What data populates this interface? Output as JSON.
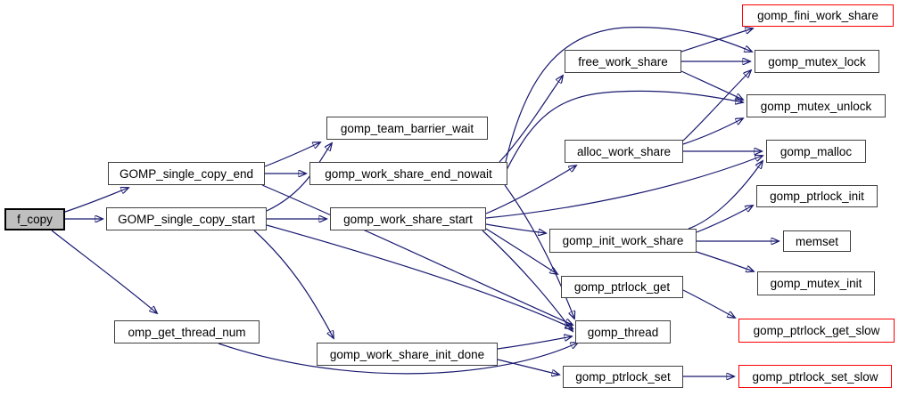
{
  "graph": {
    "kind": "call-graph",
    "focus_node": "f_copy",
    "colors": {
      "edge": "#191970",
      "node_fill": "#ffffff",
      "node_border": "#404040",
      "focus_fill": "#bfbfbf",
      "focus_border": "#000000",
      "truncated_border": "#fe0000",
      "text": "#000000"
    },
    "nodes": [
      {
        "id": "f_copy",
        "label": "f_copy",
        "type": "focus"
      },
      {
        "id": "GOMP_single_copy_end",
        "label": "GOMP_single_copy_end",
        "type": "normal"
      },
      {
        "id": "GOMP_single_copy_start",
        "label": "GOMP_single_copy_start",
        "type": "normal"
      },
      {
        "id": "omp_get_thread_num",
        "label": "omp_get_thread_num",
        "type": "normal"
      },
      {
        "id": "gomp_team_barrier_wait",
        "label": "gomp_team_barrier_wait",
        "type": "normal"
      },
      {
        "id": "gomp_work_share_end_nowait",
        "label": "gomp_work_share_end_nowait",
        "type": "normal"
      },
      {
        "id": "gomp_work_share_start",
        "label": "gomp_work_share_start",
        "type": "normal"
      },
      {
        "id": "gomp_work_share_init_done",
        "label": "gomp_work_share_init_done",
        "type": "normal"
      },
      {
        "id": "free_work_share",
        "label": "free_work_share",
        "type": "normal"
      },
      {
        "id": "alloc_work_share",
        "label": "alloc_work_share",
        "type": "normal"
      },
      {
        "id": "gomp_init_work_share",
        "label": "gomp_init_work_share",
        "type": "normal"
      },
      {
        "id": "gomp_ptrlock_get",
        "label": "gomp_ptrlock_get",
        "type": "normal"
      },
      {
        "id": "gomp_thread",
        "label": "gomp_thread",
        "type": "normal"
      },
      {
        "id": "gomp_ptrlock_set",
        "label": "gomp_ptrlock_set",
        "type": "normal"
      },
      {
        "id": "gomp_fini_work_share",
        "label": "gomp_fini_work_share",
        "type": "truncated"
      },
      {
        "id": "gomp_mutex_lock",
        "label": "gomp_mutex_lock",
        "type": "normal"
      },
      {
        "id": "gomp_mutex_unlock",
        "label": "gomp_mutex_unlock",
        "type": "normal"
      },
      {
        "id": "gomp_malloc",
        "label": "gomp_malloc",
        "type": "normal"
      },
      {
        "id": "gomp_ptrlock_init",
        "label": "gomp_ptrlock_init",
        "type": "normal"
      },
      {
        "id": "memset",
        "label": "memset",
        "type": "normal"
      },
      {
        "id": "gomp_mutex_init",
        "label": "gomp_mutex_init",
        "type": "normal"
      },
      {
        "id": "gomp_ptrlock_get_slow",
        "label": "gomp_ptrlock_get_slow",
        "type": "truncated"
      },
      {
        "id": "gomp_ptrlock_set_slow",
        "label": "gomp_ptrlock_set_slow",
        "type": "truncated"
      }
    ],
    "edges": [
      [
        "f_copy",
        "GOMP_single_copy_end"
      ],
      [
        "f_copy",
        "GOMP_single_copy_start"
      ],
      [
        "f_copy",
        "omp_get_thread_num"
      ],
      [
        "GOMP_single_copy_end",
        "gomp_team_barrier_wait"
      ],
      [
        "GOMP_single_copy_end",
        "gomp_work_share_end_nowait"
      ],
      [
        "GOMP_single_copy_end",
        "gomp_thread"
      ],
      [
        "GOMP_single_copy_start",
        "gomp_team_barrier_wait"
      ],
      [
        "GOMP_single_copy_start",
        "gomp_work_share_start"
      ],
      [
        "GOMP_single_copy_start",
        "gomp_work_share_init_done"
      ],
      [
        "GOMP_single_copy_start",
        "gomp_thread"
      ],
      [
        "omp_get_thread_num",
        "gomp_thread"
      ],
      [
        "gomp_work_share_end_nowait",
        "free_work_share"
      ],
      [
        "gomp_work_share_end_nowait",
        "gomp_mutex_lock"
      ],
      [
        "gomp_work_share_end_nowait",
        "gomp_mutex_unlock"
      ],
      [
        "gomp_work_share_end_nowait",
        "gomp_thread"
      ],
      [
        "gomp_work_share_start",
        "alloc_work_share"
      ],
      [
        "gomp_work_share_start",
        "gomp_init_work_share"
      ],
      [
        "gomp_work_share_start",
        "gomp_ptrlock_get"
      ],
      [
        "gomp_work_share_start",
        "gomp_thread"
      ],
      [
        "gomp_work_share_start",
        "gomp_malloc"
      ],
      [
        "free_work_share",
        "gomp_fini_work_share"
      ],
      [
        "free_work_share",
        "gomp_mutex_lock"
      ],
      [
        "free_work_share",
        "gomp_mutex_unlock"
      ],
      [
        "alloc_work_share",
        "gomp_malloc"
      ],
      [
        "alloc_work_share",
        "gomp_mutex_lock"
      ],
      [
        "alloc_work_share",
        "gomp_mutex_unlock"
      ],
      [
        "gomp_init_work_share",
        "gomp_malloc"
      ],
      [
        "gomp_init_work_share",
        "gomp_ptrlock_init"
      ],
      [
        "gomp_init_work_share",
        "memset"
      ],
      [
        "gomp_init_work_share",
        "gomp_mutex_init"
      ],
      [
        "gomp_ptrlock_get",
        "gomp_ptrlock_get_slow"
      ],
      [
        "gomp_work_share_init_done",
        "gomp_thread"
      ],
      [
        "gomp_work_share_init_done",
        "gomp_ptrlock_set"
      ],
      [
        "gomp_ptrlock_set",
        "gomp_ptrlock_set_slow"
      ]
    ]
  }
}
